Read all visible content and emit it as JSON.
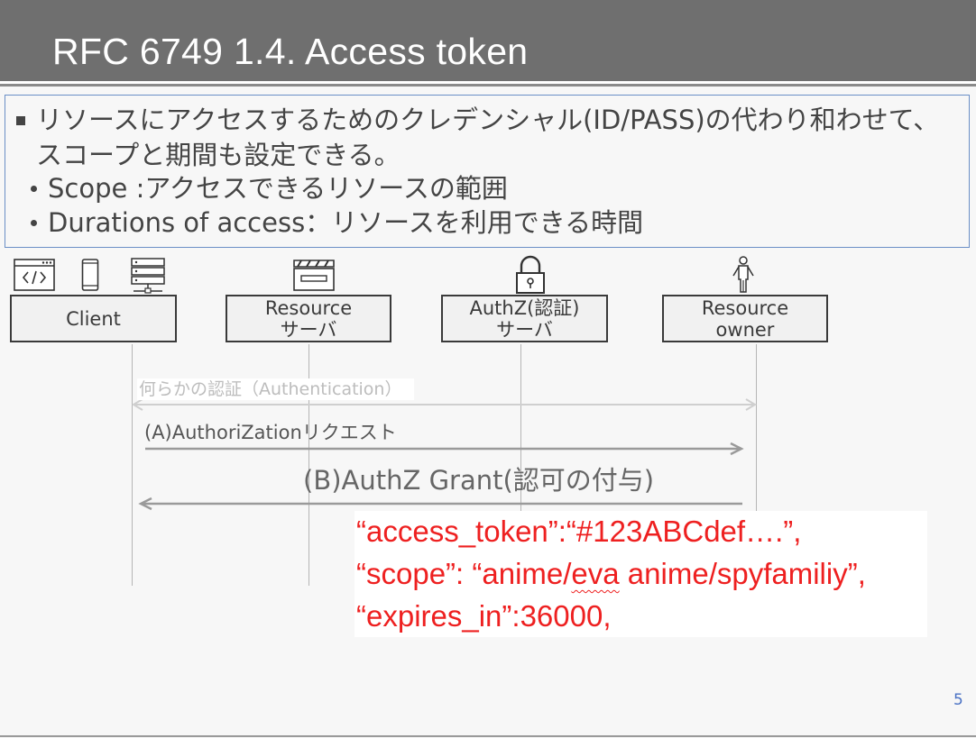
{
  "slide": {
    "title": "RFC 6749 1.4.  Access token",
    "page_number": "5"
  },
  "bullets": {
    "main": "リソースにアクセスするためのクレデンシャル(ID/PASS)の代わり和わせて、スコープと期間も設定できる。",
    "sub": [
      "Scope :アクセスできるリソースの範囲",
      "Durations of access：リソースを利用できる時間"
    ]
  },
  "actors": {
    "client": "Client",
    "resource_server_line1": "Resource",
    "resource_server_line2": "サーバ",
    "authz_server_line1": "AuthZ(認証)",
    "authz_server_line2": "サーバ",
    "resource_owner_line1": "Resource",
    "resource_owner_line2": "owner"
  },
  "messages": {
    "authentication": "何らかの認証（Authentication）",
    "authorization_request": "(A)AuthoriZationリクエスト",
    "authz_grant": "(B)AuthZ Grant(認可の付与)"
  },
  "token_response": {
    "line1": "“access_token”:“#123ABCdef….”,",
    "line2_prefix": "“scope”: “anime/",
    "line2_squiggle": "eva",
    "line2_suffix": " anime/spyfamiliy”,",
    "line3": "“expires_in”:36000,"
  },
  "colors": {
    "title_bar": "#6f6f6f",
    "token_text": "#ee2020",
    "box_border": "#6a8fc6"
  }
}
